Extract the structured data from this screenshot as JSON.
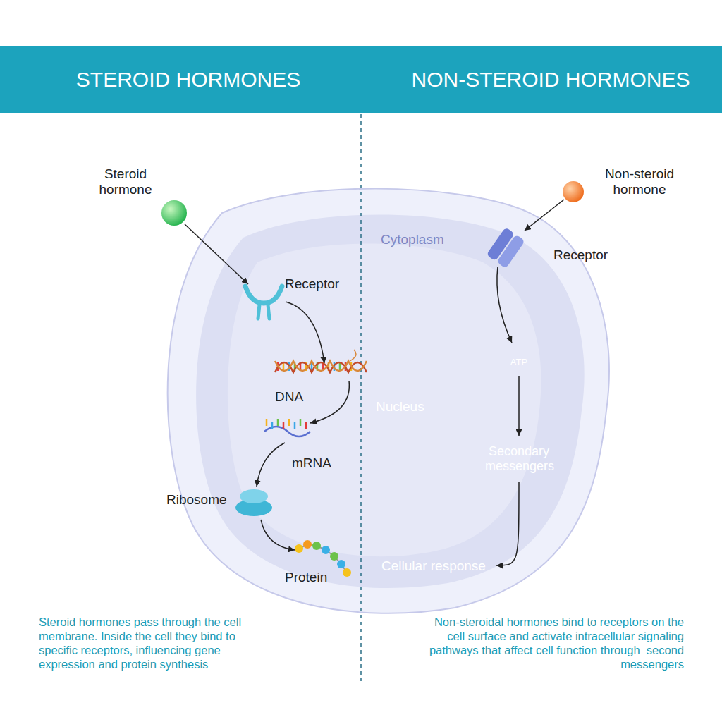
{
  "diagram": {
    "nodes": [
      {
        "text": [
          "STEROID HORMONES",
          "NON-STEROID HORMONES"
        ]
      },
      {
        "text": [
          "Cytoplasm"
        ]
      },
      {
        "text": [
          "Nucleus"
        ],
        "in": 1
      },
      {
        "text": [
          "ATP"
        ],
        "in": 1
      },
      {
        "text": [
          "Secondary messengers"
        ],
        "in": 1
      },
      {
        "text": [
          "Cellular response"
        ],
        "in": 1
      }
    ],
    "edges": [
      {
        "from": 3,
        "to": 4,
        "arrow": "to"
      },
      {
        "from": 4,
        "to": 5,
        "arrow": "to"
      }
    ],
    "labels": [
      "Steroid hormone",
      "Receptor",
      "DNA",
      "mRNA",
      "Ribosome",
      "Protein",
      "Non-steroid hormone",
      "Receptor",
      "Steroid hormones pass through the cell membrane. Inside the cell they bind to specific receptors, influencing gene expression and protein synthesis",
      "Non-steroidal hormones bind to receptors on the cell surface and activate intracellular signaling pathways that affect cell function through  second messengers"
    ]
  }
}
